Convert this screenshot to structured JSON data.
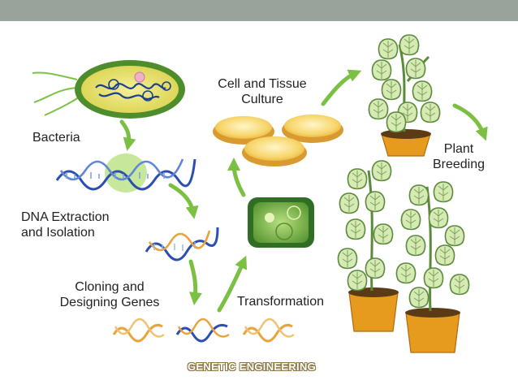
{
  "labels": {
    "bacteria": "Bacteria",
    "dna_extraction": "DNA Extraction\nand Isolation",
    "cloning": "Cloning and\nDesigning Genes",
    "cell_tissue": "Cell and Tissue\nCulture",
    "transformation": "Transformation",
    "plant_breeding": "Plant\nBreeding"
  },
  "footer": "GENETIC ENGINEERING",
  "colors": {
    "topbar": "#9aa39b",
    "arrow": "#7bc043",
    "dna_blue": "#2b4fb0",
    "dna_orange": "#e8a33a",
    "leaf": "#cfe6a6",
    "pot": "#e69a1e"
  }
}
